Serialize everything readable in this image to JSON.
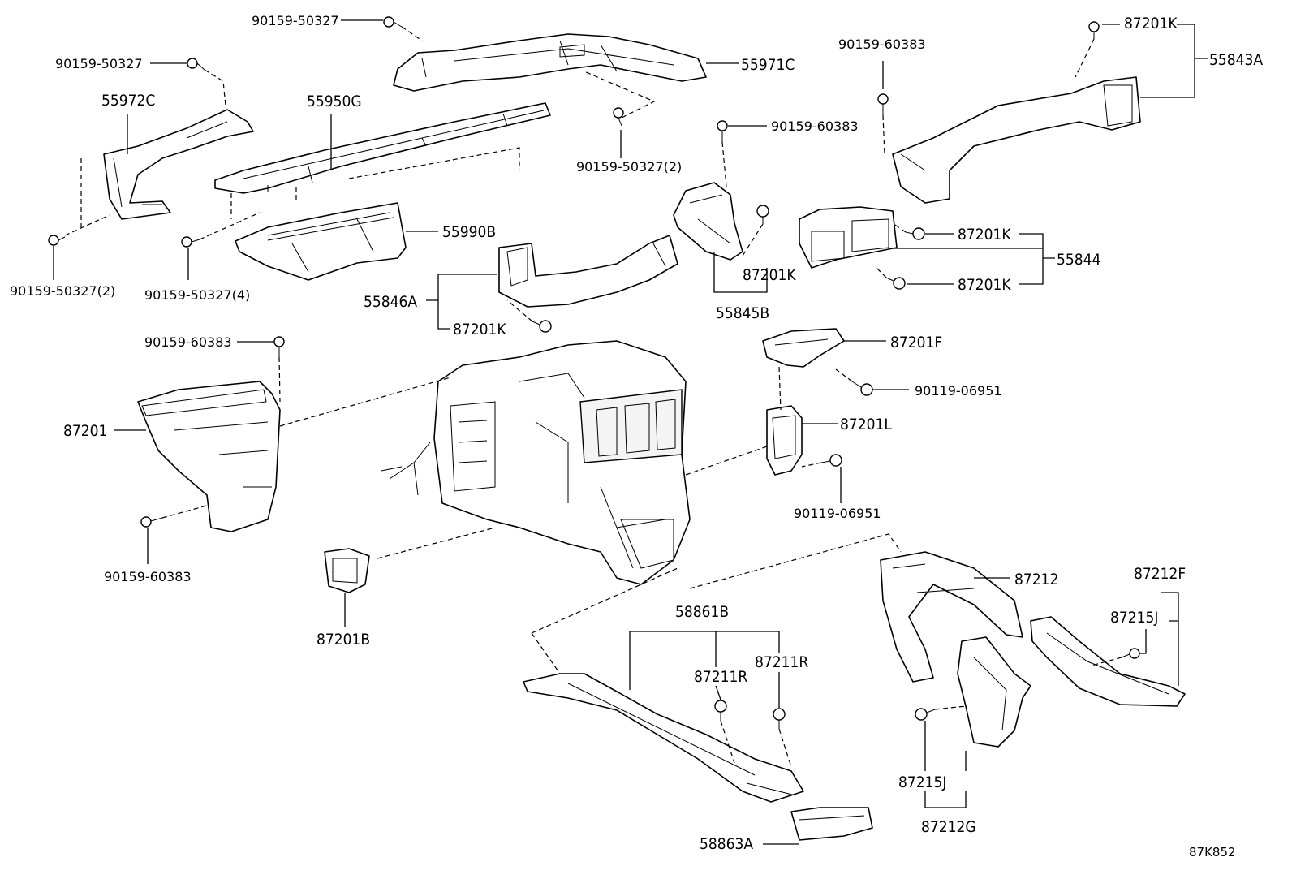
{
  "labels": {
    "p90159_50327_top": "90159-50327",
    "p90159_50327_left": "90159-50327",
    "p55972c": "55972C",
    "p55950g": "55950G",
    "p55971c": "55971C",
    "p90159_50327_2_mid": "90159-50327(2)",
    "p90159_50327_2_left": "90159-50327(2)",
    "p90159_50327_4": "90159-50327(4)",
    "p55990b": "55990B",
    "p55846a": "55846A",
    "p87201k_55846a": "87201K",
    "p90159_60383_center": "90159-60383",
    "p87201k_55845b": "87201K",
    "p55845b": "55845B",
    "p90159_60383_right": "90159-60383",
    "p87201k_top": "87201K",
    "p55843a": "55843A",
    "p87201k_55844_a": "87201K",
    "p87201k_55844_b": "87201K",
    "p55844": "55844",
    "p90159_60383_left_top": "90159-60383",
    "p87201": "87201",
    "p90159_60383_left_bottom": "90159-60383",
    "p87201f": "87201F",
    "p90119_06951_a": "90119-06951",
    "p87201l": "87201L",
    "p90119_06951_b": "90119-06951",
    "p87201b": "87201B",
    "p58861b": "58861B",
    "p87211r_a": "87211R",
    "p87211r_b": "87211R",
    "p58863a": "58863A",
    "p87212": "87212",
    "p87212f": "87212F",
    "p87215j_right": "87215J",
    "p87215j_bottom": "87215J",
    "p87212g": "87212G"
  },
  "diagram_ref": "87K852"
}
